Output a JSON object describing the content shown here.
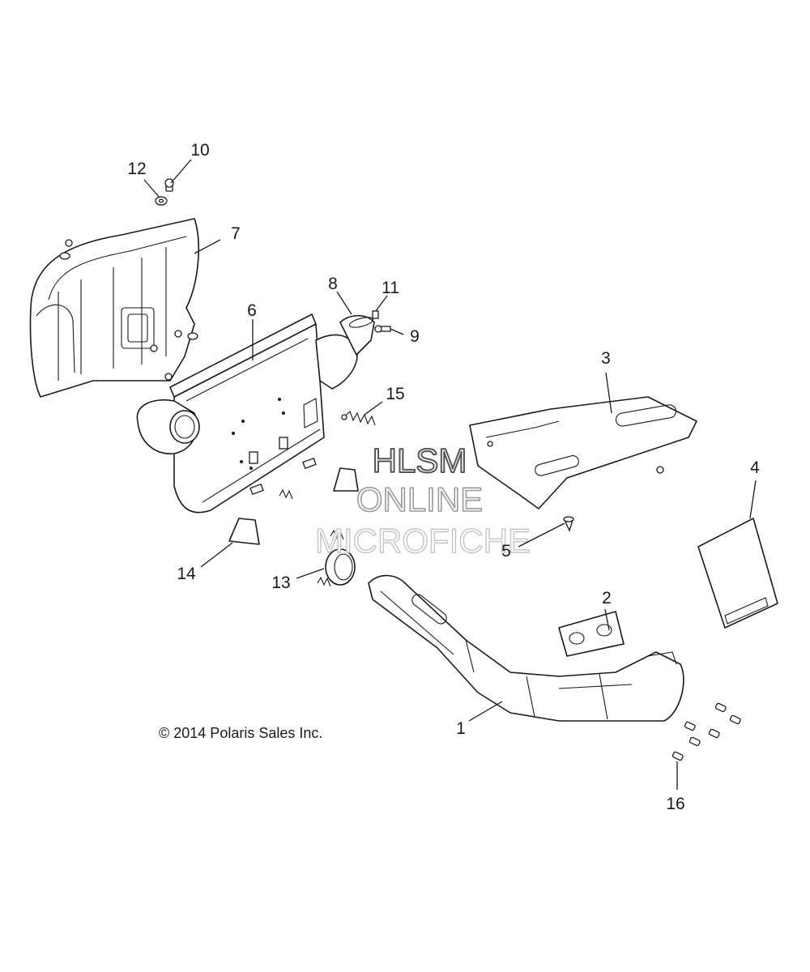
{
  "callouts": {
    "c1": "1",
    "c2": "2",
    "c3": "3",
    "c4": "4",
    "c5": "5",
    "c6": "6",
    "c7": "7",
    "c8": "8",
    "c9": "9",
    "c10": "10",
    "c11": "11",
    "c12": "12",
    "c13": "13",
    "c14": "14",
    "c15": "15",
    "c16": "16"
  },
  "watermark": {
    "line1": "HLSM",
    "line2": "ONLINE",
    "line3": "MICROFICHE"
  },
  "copyright": "© 2014 Polaris Sales Inc."
}
